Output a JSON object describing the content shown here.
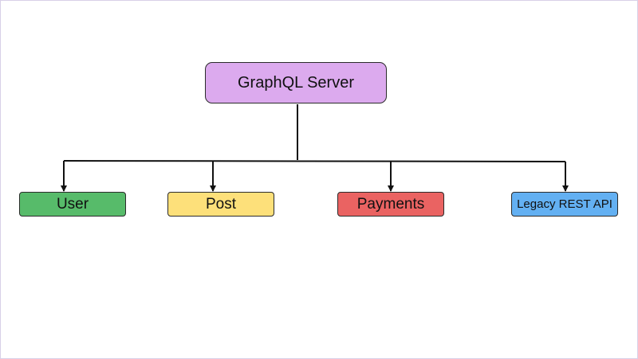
{
  "diagram": {
    "root": {
      "label": "GraphQL Server",
      "color": "#dcaaee"
    },
    "children": [
      {
        "label": "User",
        "color": "#57bb6a"
      },
      {
        "label": "Post",
        "color": "#fde07a"
      },
      {
        "label": "Payments",
        "color": "#ea6362"
      },
      {
        "label": "Legacy REST API",
        "color": "#63b0f2"
      }
    ],
    "line_color": "#111111"
  }
}
